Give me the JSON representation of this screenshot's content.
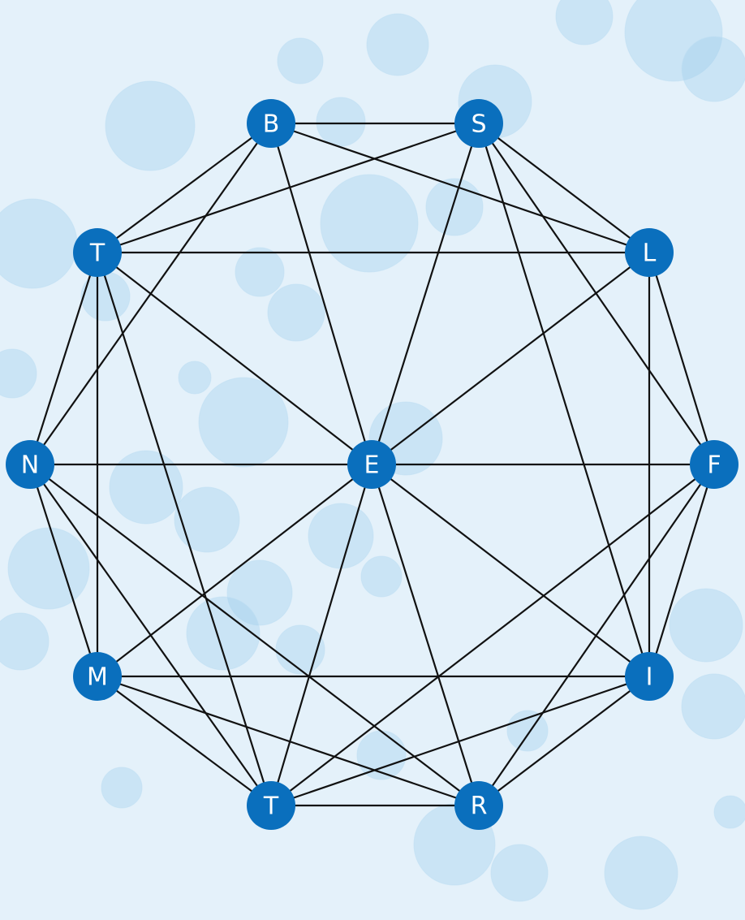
{
  "colors": {
    "background": "#e4f1fa",
    "bubble": "#9ccbea",
    "node_fill": "#0a6fbd",
    "node_text": "#ffffff",
    "edge": "#111111"
  },
  "nodes": [
    {
      "id": "B",
      "label": "B"
    },
    {
      "id": "S",
      "label": "S"
    },
    {
      "id": "T1",
      "label": "T"
    },
    {
      "id": "L",
      "label": "L"
    },
    {
      "id": "N",
      "label": "N"
    },
    {
      "id": "E",
      "label": "E"
    },
    {
      "id": "F",
      "label": "F"
    },
    {
      "id": "M",
      "label": "M"
    },
    {
      "id": "I",
      "label": "I"
    },
    {
      "id": "T2",
      "label": "T"
    },
    {
      "id": "R",
      "label": "R"
    }
  ],
  "edges": [
    [
      "B",
      "S"
    ],
    [
      "B",
      "T1"
    ],
    [
      "B",
      "L"
    ],
    [
      "B",
      "E"
    ],
    [
      "B",
      "N"
    ],
    [
      "S",
      "T1"
    ],
    [
      "S",
      "E"
    ],
    [
      "S",
      "F"
    ],
    [
      "S",
      "I"
    ],
    [
      "S",
      "L"
    ],
    [
      "T1",
      "L"
    ],
    [
      "T1",
      "N"
    ],
    [
      "T1",
      "M"
    ],
    [
      "T1",
      "E"
    ],
    [
      "T1",
      "T2"
    ],
    [
      "L",
      "F"
    ],
    [
      "L",
      "I"
    ],
    [
      "L",
      "E"
    ],
    [
      "N",
      "E"
    ],
    [
      "N",
      "M"
    ],
    [
      "N",
      "T2"
    ],
    [
      "N",
      "R"
    ],
    [
      "E",
      "F"
    ],
    [
      "E",
      "M"
    ],
    [
      "E",
      "T2"
    ],
    [
      "E",
      "R"
    ],
    [
      "E",
      "I"
    ],
    [
      "F",
      "I"
    ],
    [
      "F",
      "R"
    ],
    [
      "F",
      "T2"
    ],
    [
      "M",
      "I"
    ],
    [
      "M",
      "T2"
    ],
    [
      "M",
      "R"
    ],
    [
      "I",
      "T2"
    ],
    [
      "I",
      "R"
    ],
    [
      "T2",
      "R"
    ]
  ]
}
